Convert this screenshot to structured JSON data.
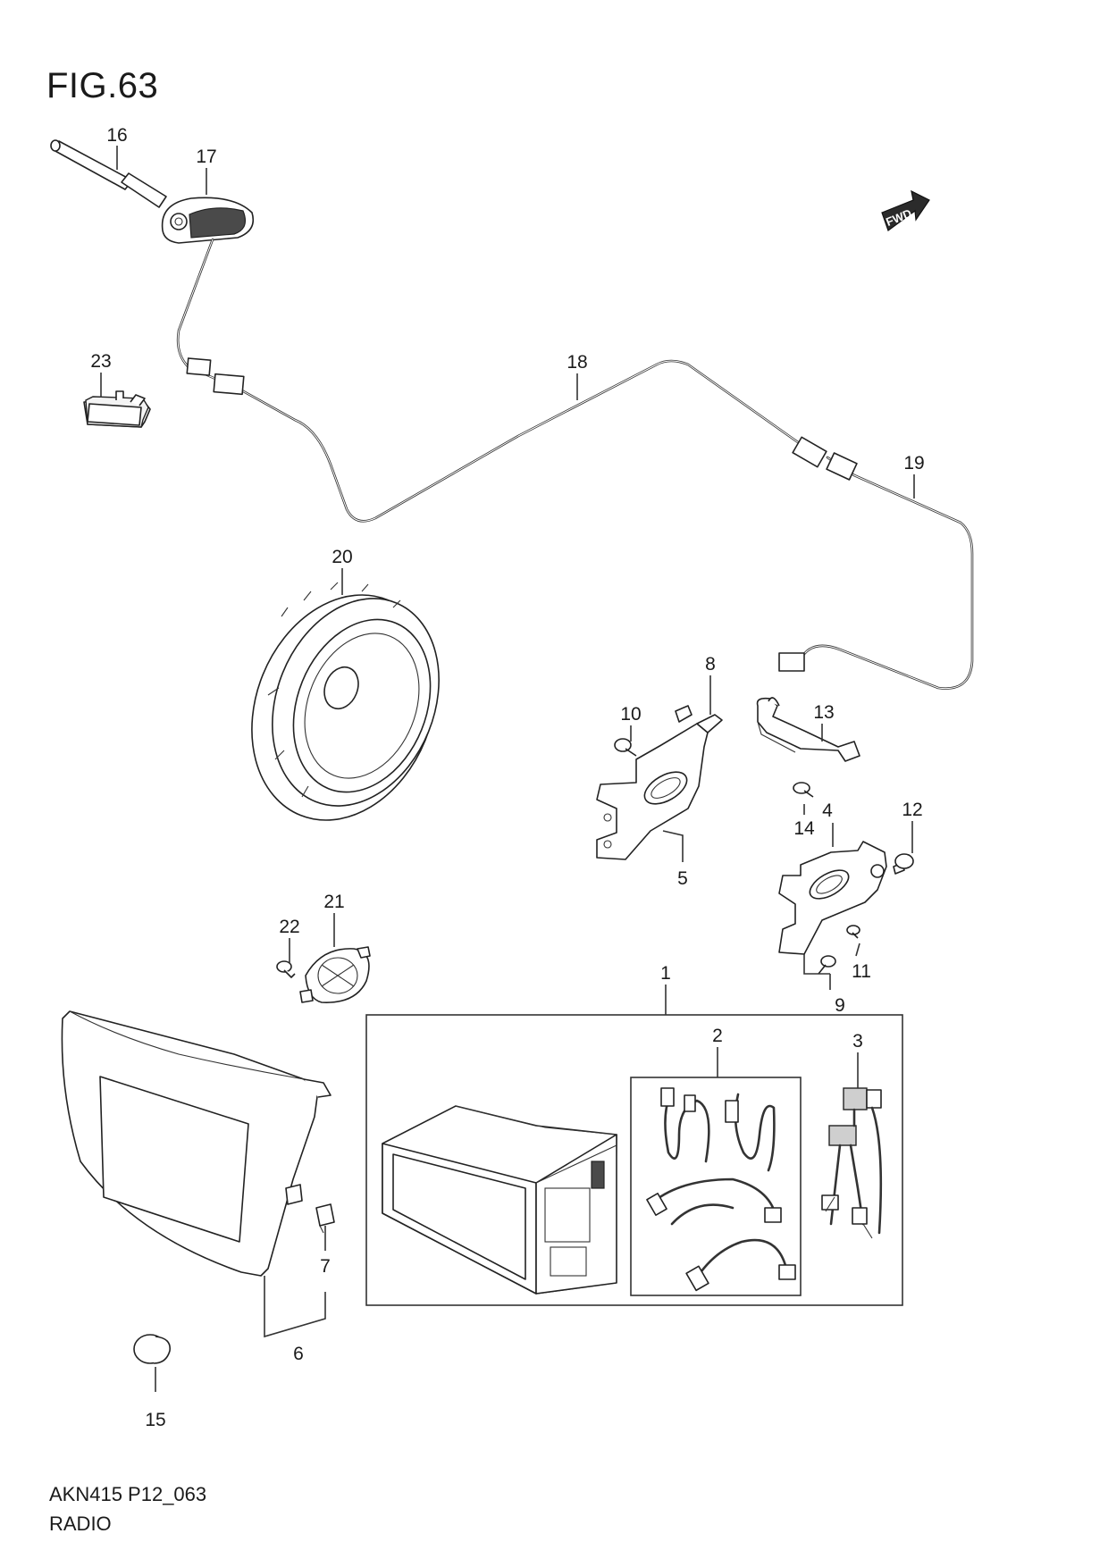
{
  "figure": {
    "title": "FIG.63"
  },
  "footer": {
    "code": "AKN415 P12_063",
    "name": "RADIO"
  },
  "fwd_badge": {
    "text": "FWD"
  },
  "callouts": [
    {
      "id": "c1",
      "label": "1"
    },
    {
      "id": "c2",
      "label": "2"
    },
    {
      "id": "c3",
      "label": "3"
    },
    {
      "id": "c4",
      "label": "4"
    },
    {
      "id": "c5",
      "label": "5"
    },
    {
      "id": "c6",
      "label": "6"
    },
    {
      "id": "c7",
      "label": "7"
    },
    {
      "id": "c8",
      "label": "8"
    },
    {
      "id": "c9",
      "label": "9"
    },
    {
      "id": "c10",
      "label": "10"
    },
    {
      "id": "c11",
      "label": "11"
    },
    {
      "id": "c12",
      "label": "12"
    },
    {
      "id": "c13",
      "label": "13"
    },
    {
      "id": "c14",
      "label": "14"
    },
    {
      "id": "c15",
      "label": "15"
    },
    {
      "id": "c16",
      "label": "16"
    },
    {
      "id": "c17",
      "label": "17"
    },
    {
      "id": "c18",
      "label": "18"
    },
    {
      "id": "c19",
      "label": "19"
    },
    {
      "id": "c20",
      "label": "20"
    },
    {
      "id": "c21",
      "label": "21"
    },
    {
      "id": "c22",
      "label": "22"
    },
    {
      "id": "c23",
      "label": "23"
    }
  ]
}
